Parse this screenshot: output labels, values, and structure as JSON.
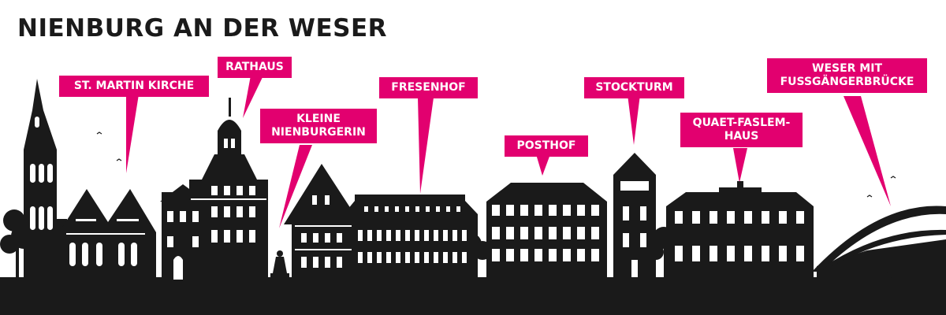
{
  "title": "NIENBURG AN DER WESER",
  "colors": {
    "accent": "#e2006f",
    "silhouette": "#1a1a1a",
    "background": "#ffffff",
    "window": "#ffffff"
  },
  "labels": {
    "st_martin": "ST. MARTIN KIRCHE",
    "rathaus": "RATHAUS",
    "kleine": "KLEINE\nNIENBURGERIN",
    "fresenhof": "FRESENHOF",
    "posthof": "POSTHOF",
    "stockturm": "STOCKTURM",
    "quaet": "QUAET-FASLEM-\nHAUS",
    "weser": "WESER MIT\nFUSSGÄNGERBRÜCKE"
  }
}
